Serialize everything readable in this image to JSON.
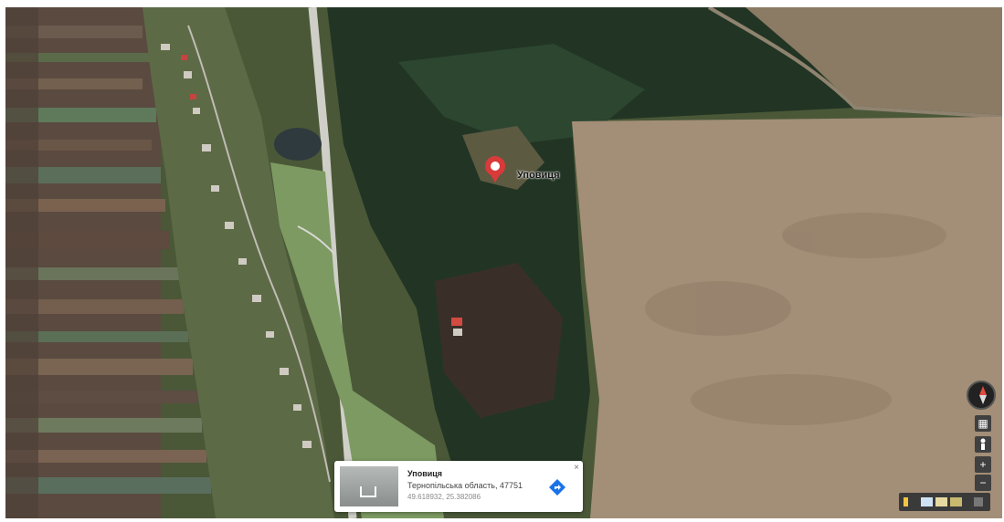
{
  "map": {
    "view": "satellite",
    "place_label": "Уповиця",
    "pin_color": "#d93a3a"
  },
  "info_card": {
    "title": "Уповиця",
    "address": "Тернопільська область, 47751",
    "coordinates": "49.618932, 25.382086",
    "close_label": "×",
    "directions_icon": "directions-icon"
  },
  "controls": {
    "pegman": "pegman-icon",
    "tilt": "▦",
    "zoom_in": "+",
    "zoom_out": "−",
    "compass": "compass-icon"
  },
  "colors": {
    "field": "#a38e77",
    "forest": "#243a26",
    "road": "#cfcfc8"
  }
}
